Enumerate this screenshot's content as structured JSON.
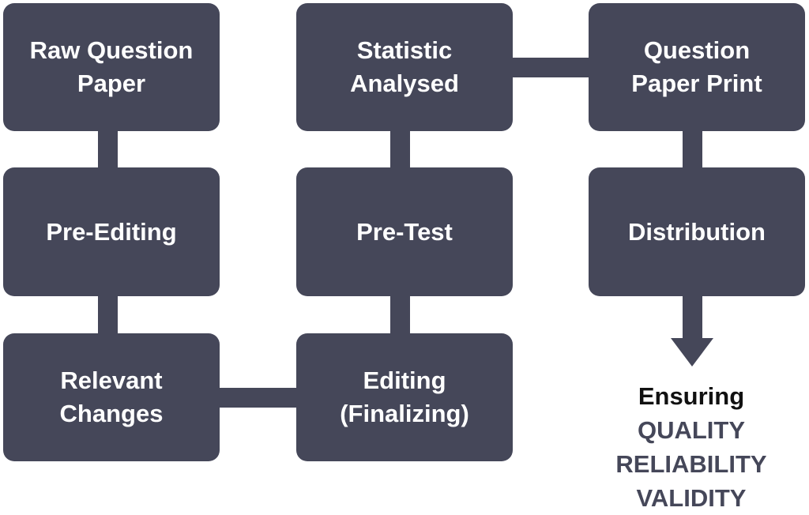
{
  "steps": {
    "raw_question_paper": [
      "Raw Question",
      "Paper"
    ],
    "pre_editing": [
      "Pre-Editing"
    ],
    "relevant_changes": [
      "Relevant",
      "Changes"
    ],
    "editing_finalizing": [
      "Editing",
      "(Finalizing)"
    ],
    "pre_test": [
      "Pre-Test"
    ],
    "statistic_analysed": [
      "Statistic",
      "Analysed"
    ],
    "question_paper_print": [
      "Question",
      "Paper Print"
    ],
    "distribution": [
      "Distribution"
    ]
  },
  "outcome": {
    "lead": "Ensuring",
    "items": [
      "QUALITY",
      "RELIABILITY",
      "VALIDITY"
    ]
  },
  "colors": {
    "box": "#454759",
    "box_text": "#ffffff",
    "lead_text": "#111111",
    "outcome_text": "#454759"
  }
}
